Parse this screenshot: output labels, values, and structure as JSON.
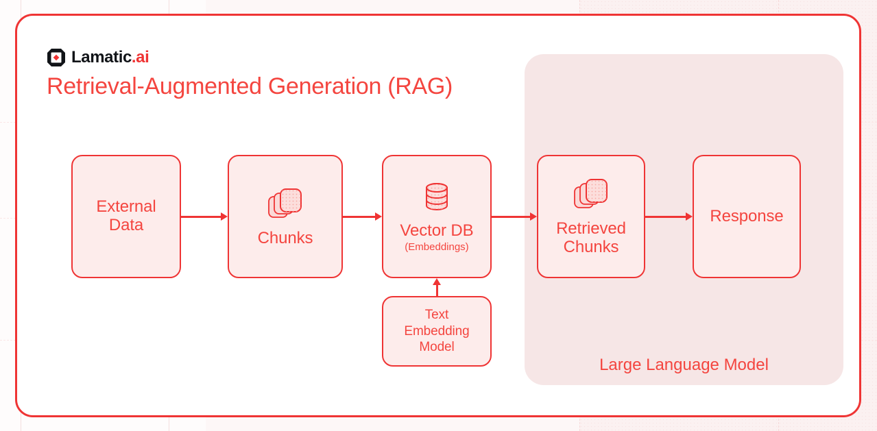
{
  "brand": {
    "logo_icon": "lamatic-diamond-logo-icon",
    "name": "Lamatic",
    "suffix": ".ai"
  },
  "title": "Retrieval-Augmented Generation (RAG)",
  "colors": {
    "accent_red": "#ef3434",
    "text_red": "#f4453f",
    "node_fill": "#fdeceb",
    "group_fill": "#f6e6e6",
    "card_bg": "#ffffff"
  },
  "diagram": {
    "type": "flow",
    "nodes": [
      {
        "id": "external-data",
        "label": "External\nData",
        "line1": "External",
        "line2": "Data",
        "icon": null
      },
      {
        "id": "chunks",
        "label": "Chunks",
        "line1": "Chunks",
        "line2": "",
        "icon": "stacked-documents-icon"
      },
      {
        "id": "vector-db",
        "label": "Vector DB",
        "line1": "Vector DB",
        "sub": "(Embeddings)",
        "icon": "database-cylinder-icon"
      },
      {
        "id": "retrieved-chunks",
        "label": "Retrieved\nChunks",
        "line1": "Retrieved",
        "line2": "Chunks",
        "icon": "stacked-documents-icon"
      },
      {
        "id": "response",
        "label": "Response",
        "line1": "Response",
        "line2": "",
        "icon": null
      },
      {
        "id": "text-embedding-model",
        "label": "Text\nEmbedding\nModel",
        "line1": "Text",
        "line2": "Embedding",
        "line3": "Model",
        "icon": null
      }
    ],
    "group": {
      "id": "large-language-model",
      "label": "Large Language Model",
      "contains": [
        "retrieved-chunks",
        "response"
      ]
    },
    "edges": [
      {
        "from": "external-data",
        "to": "chunks",
        "direction": "right"
      },
      {
        "from": "chunks",
        "to": "vector-db",
        "direction": "right"
      },
      {
        "from": "vector-db",
        "to": "retrieved-chunks",
        "direction": "right"
      },
      {
        "from": "retrieved-chunks",
        "to": "response",
        "direction": "right"
      },
      {
        "from": "text-embedding-model",
        "to": "vector-db",
        "direction": "up"
      }
    ]
  }
}
